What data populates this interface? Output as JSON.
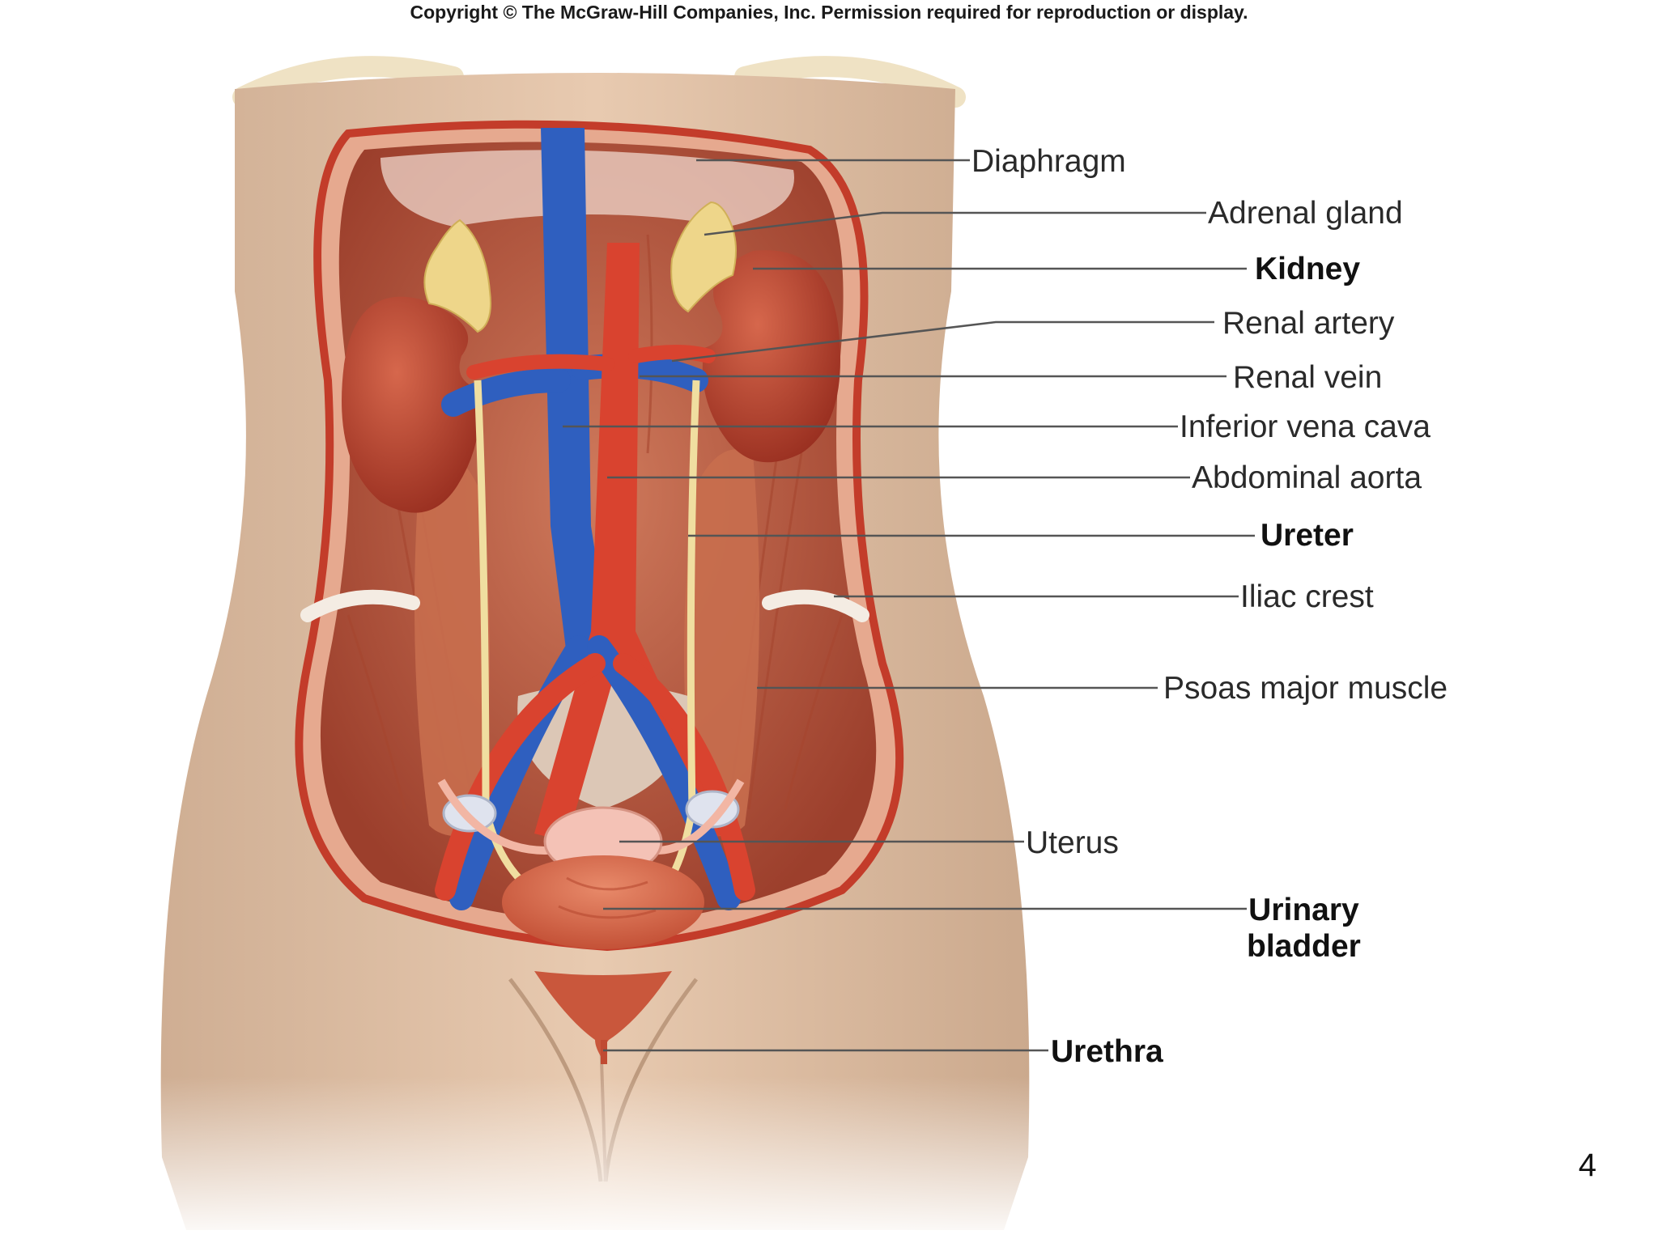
{
  "copyright": "Copyright © The McGraw-Hill Companies, Inc. Permission required for reproduction or display.",
  "labels": {
    "diaphragm": "Diaphragm",
    "adrenal": "Adrenal gland",
    "kidney": "Kidney",
    "renal_artery": "Renal artery",
    "renal_vein": "Renal vein",
    "ivc": "Inferior vena cava",
    "aorta": "Abdominal aorta",
    "ureter": "Ureter",
    "iliac": "Iliac crest",
    "psoas": "Psoas major muscle",
    "uterus": "Uterus",
    "bladder_1": "Urinary",
    "bladder_2": "bladder",
    "urethra": "Urethra"
  },
  "page_number": "4",
  "colors": {
    "skin": "#e3c2a6",
    "muscle": "#c2644a",
    "vein": "#2f5fbf",
    "artery": "#d9432f",
    "kidney": "#b5402c",
    "adrenal": "#f0dc85",
    "leader": "#555555"
  }
}
